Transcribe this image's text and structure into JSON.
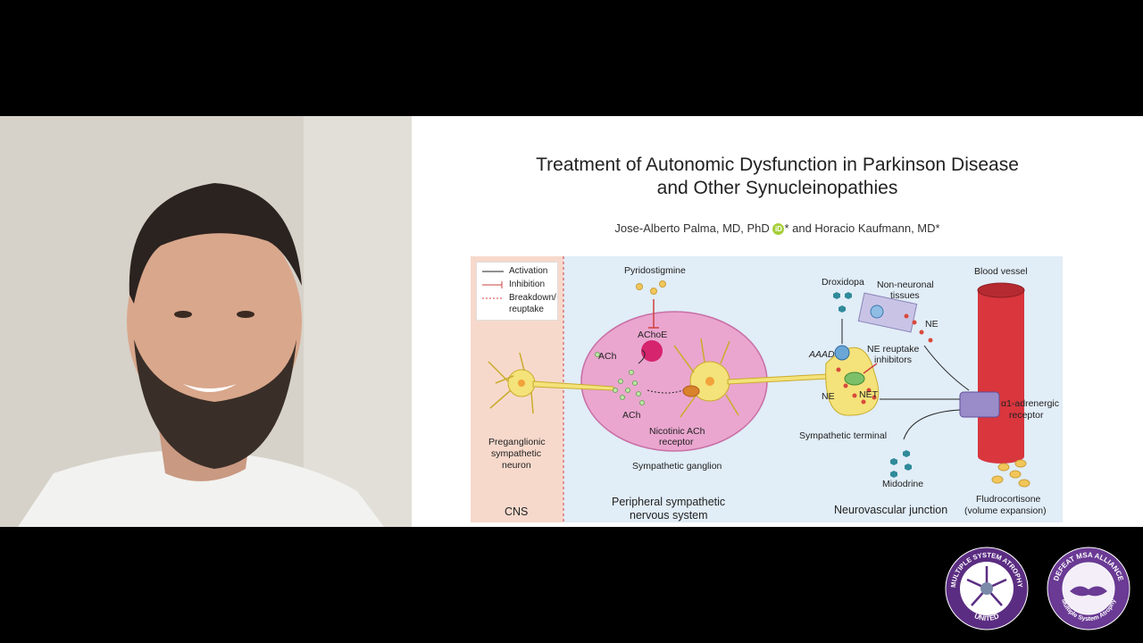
{
  "slide": {
    "title_line1": "Treatment of Autonomic Dysfunction in Parkinson Disease",
    "title_line2": "and Other Synucleinopathies",
    "authors_part1": "Jose-Alberto Palma, MD, PhD",
    "orcid_badge": "iD",
    "authors_part2": "* and Horacio Kaufmann, MD*"
  },
  "figure": {
    "legend": {
      "activation": "Activation",
      "inhibition": "Inhibition",
      "breakdown": "Breakdown/",
      "reuptake": "reuptake"
    },
    "pyridostigmine": "Pyridostigmine",
    "achoe": "AChoE",
    "ach_top": "ACh",
    "ach_bottom": "ACh",
    "nicotinic_1": "Nicotinic ACh",
    "nicotinic_2": "receptor",
    "sympathetic_ganglion": "Sympathetic ganglion",
    "preganglionic_1": "Preganglionic",
    "preganglionic_2": "sympathetic",
    "preganglionic_3": "neuron",
    "cns": "CNS",
    "peripheral_1": "Peripheral sympathetic",
    "peripheral_2": "nervous system",
    "droxidopa": "Droxidopa",
    "nonneuronal_1": "Non-neuronal",
    "nonneuronal_2": "tissues",
    "ne_top": "NE",
    "aaad": "AAAD",
    "ne_reuptake_1": "NE reuptake",
    "ne_reuptake_2": "inhibitors",
    "ne_left": "NE",
    "net": "NET",
    "sympathetic_terminal": "Sympathetic terminal",
    "midodrine": "Midodrine",
    "neurovascular": "Neurovascular junction",
    "blood_vessel": "Blood vessel",
    "alpha_1": "α1-adrenergic",
    "alpha_2": "receptor",
    "fludro_1": "Fludrocortisone",
    "fludro_2": "(volume expansion)"
  },
  "logos": {
    "left_top": "MULTIPLE SYSTEM ATROPHY",
    "left_bottom": "UNITED",
    "right_top": "DEFEAT MSA ALLIANCE",
    "right_bottom": "Multiple System Atrophy"
  },
  "colors": {
    "accent_purple": "#5b2d82",
    "vessel_red": "#d9363e",
    "ganglion_pink": "#e8a9cf",
    "neuron_yellow": "#f4e27a"
  }
}
